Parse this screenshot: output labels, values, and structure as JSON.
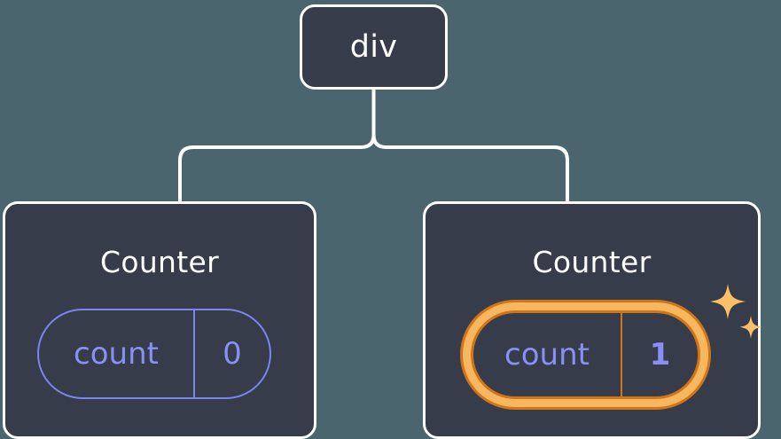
{
  "diagram": {
    "type": "component-tree",
    "background_color": "#4a656d",
    "node_fill_color": "#363c4a",
    "node_border_color": "#ffffff",
    "state_color": "#8a8ff5",
    "highlight_color_dark": "#d0761a",
    "highlight_color_light": "#f8b75f",
    "connector_color": "#ffffff"
  },
  "root": {
    "label": "div"
  },
  "children": [
    {
      "label": "Counter",
      "state": {
        "key": "count",
        "value": "0"
      },
      "highlighted": false
    },
    {
      "label": "Counter",
      "state": {
        "key": "count",
        "value": "1"
      },
      "highlighted": true,
      "sparkle_icons": [
        "sparkle-large",
        "sparkle-small"
      ]
    }
  ]
}
